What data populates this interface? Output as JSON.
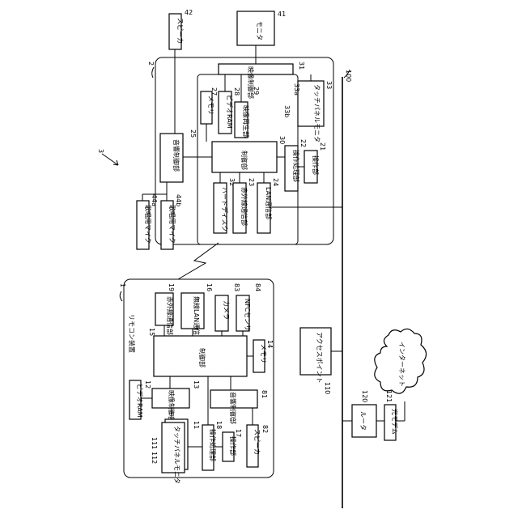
{
  "system_ref": "3",
  "network_ref": "100",
  "device2": {
    "ref": "2",
    "monitor": {
      "label": "モニタ",
      "ref": "41"
    },
    "speaker": {
      "label": "スピーカ",
      "ref": "42"
    },
    "video_control": {
      "label": "映像制御部",
      "ref": "31"
    },
    "touch_panel": {
      "label": "タッチパネルモニタ",
      "ref": "33",
      "ref_a": "33a",
      "ref_b": "33b"
    },
    "memory": {
      "label": "メモリ",
      "ref": "27"
    },
    "video_ram": {
      "label": "ビデオRAM",
      "ref": "28"
    },
    "video_playback": {
      "label": "映像再生部",
      "ref": "29"
    },
    "sound_control": {
      "label": "音響制御部",
      "ref": "25"
    },
    "control": {
      "label": "制御部",
      "ref": "30"
    },
    "operation_processing": {
      "label": "操作処理部",
      "ref": "22"
    },
    "operation": {
      "label": "操作部",
      "ref": "21"
    },
    "hard_disk": {
      "label": "ハードディスク",
      "ref": "32"
    },
    "ir_comm": {
      "label": "赤外線通信部",
      "ref": "23"
    },
    "lan_comm": {
      "label": "LAN通信部",
      "ref": "24"
    },
    "mic_a": {
      "label": "歌唱用マイク",
      "ref": "44a"
    },
    "mic_b": {
      "label": "歌唱用マイク",
      "ref": "44b"
    }
  },
  "remote": {
    "ref": "1",
    "title": "リモコン装置",
    "ir_comm": {
      "label": "赤外線通信部",
      "ref": "19"
    },
    "wireless_lan": {
      "label": "無線LAN通信部",
      "ref": "16"
    },
    "camera": {
      "label": "カメラ",
      "ref": "83"
    },
    "nfc": {
      "label": "NFCセンサ",
      "ref": "84"
    },
    "control": {
      "label": "制御部",
      "ref": "15"
    },
    "memory": {
      "label": "メモリ",
      "ref": "14"
    },
    "video_ram": {
      "label": "ビデオRAM",
      "ref": "12"
    },
    "video_control": {
      "label": "映像制御部",
      "ref": "13"
    },
    "sound_control": {
      "label": "音響制御部",
      "ref": "81"
    },
    "touch_panel": {
      "label": "タッチパネルモニタ",
      "ref": "111",
      "ref2": "112"
    },
    "operation_processing": {
      "label": "操作処理部",
      "ref": "11"
    },
    "operation": {
      "label": "操作部",
      "ref": "17",
      "ref2": "18"
    },
    "speaker": {
      "label": "スピーカ",
      "ref": "82"
    }
  },
  "access_point": {
    "label": "アクセスポイント",
    "ref": "110"
  },
  "router": {
    "label": "ルータ",
    "ref": "120"
  },
  "modem": {
    "label": "光モデム",
    "ref": "121"
  },
  "internet": {
    "label": "インターネット"
  }
}
